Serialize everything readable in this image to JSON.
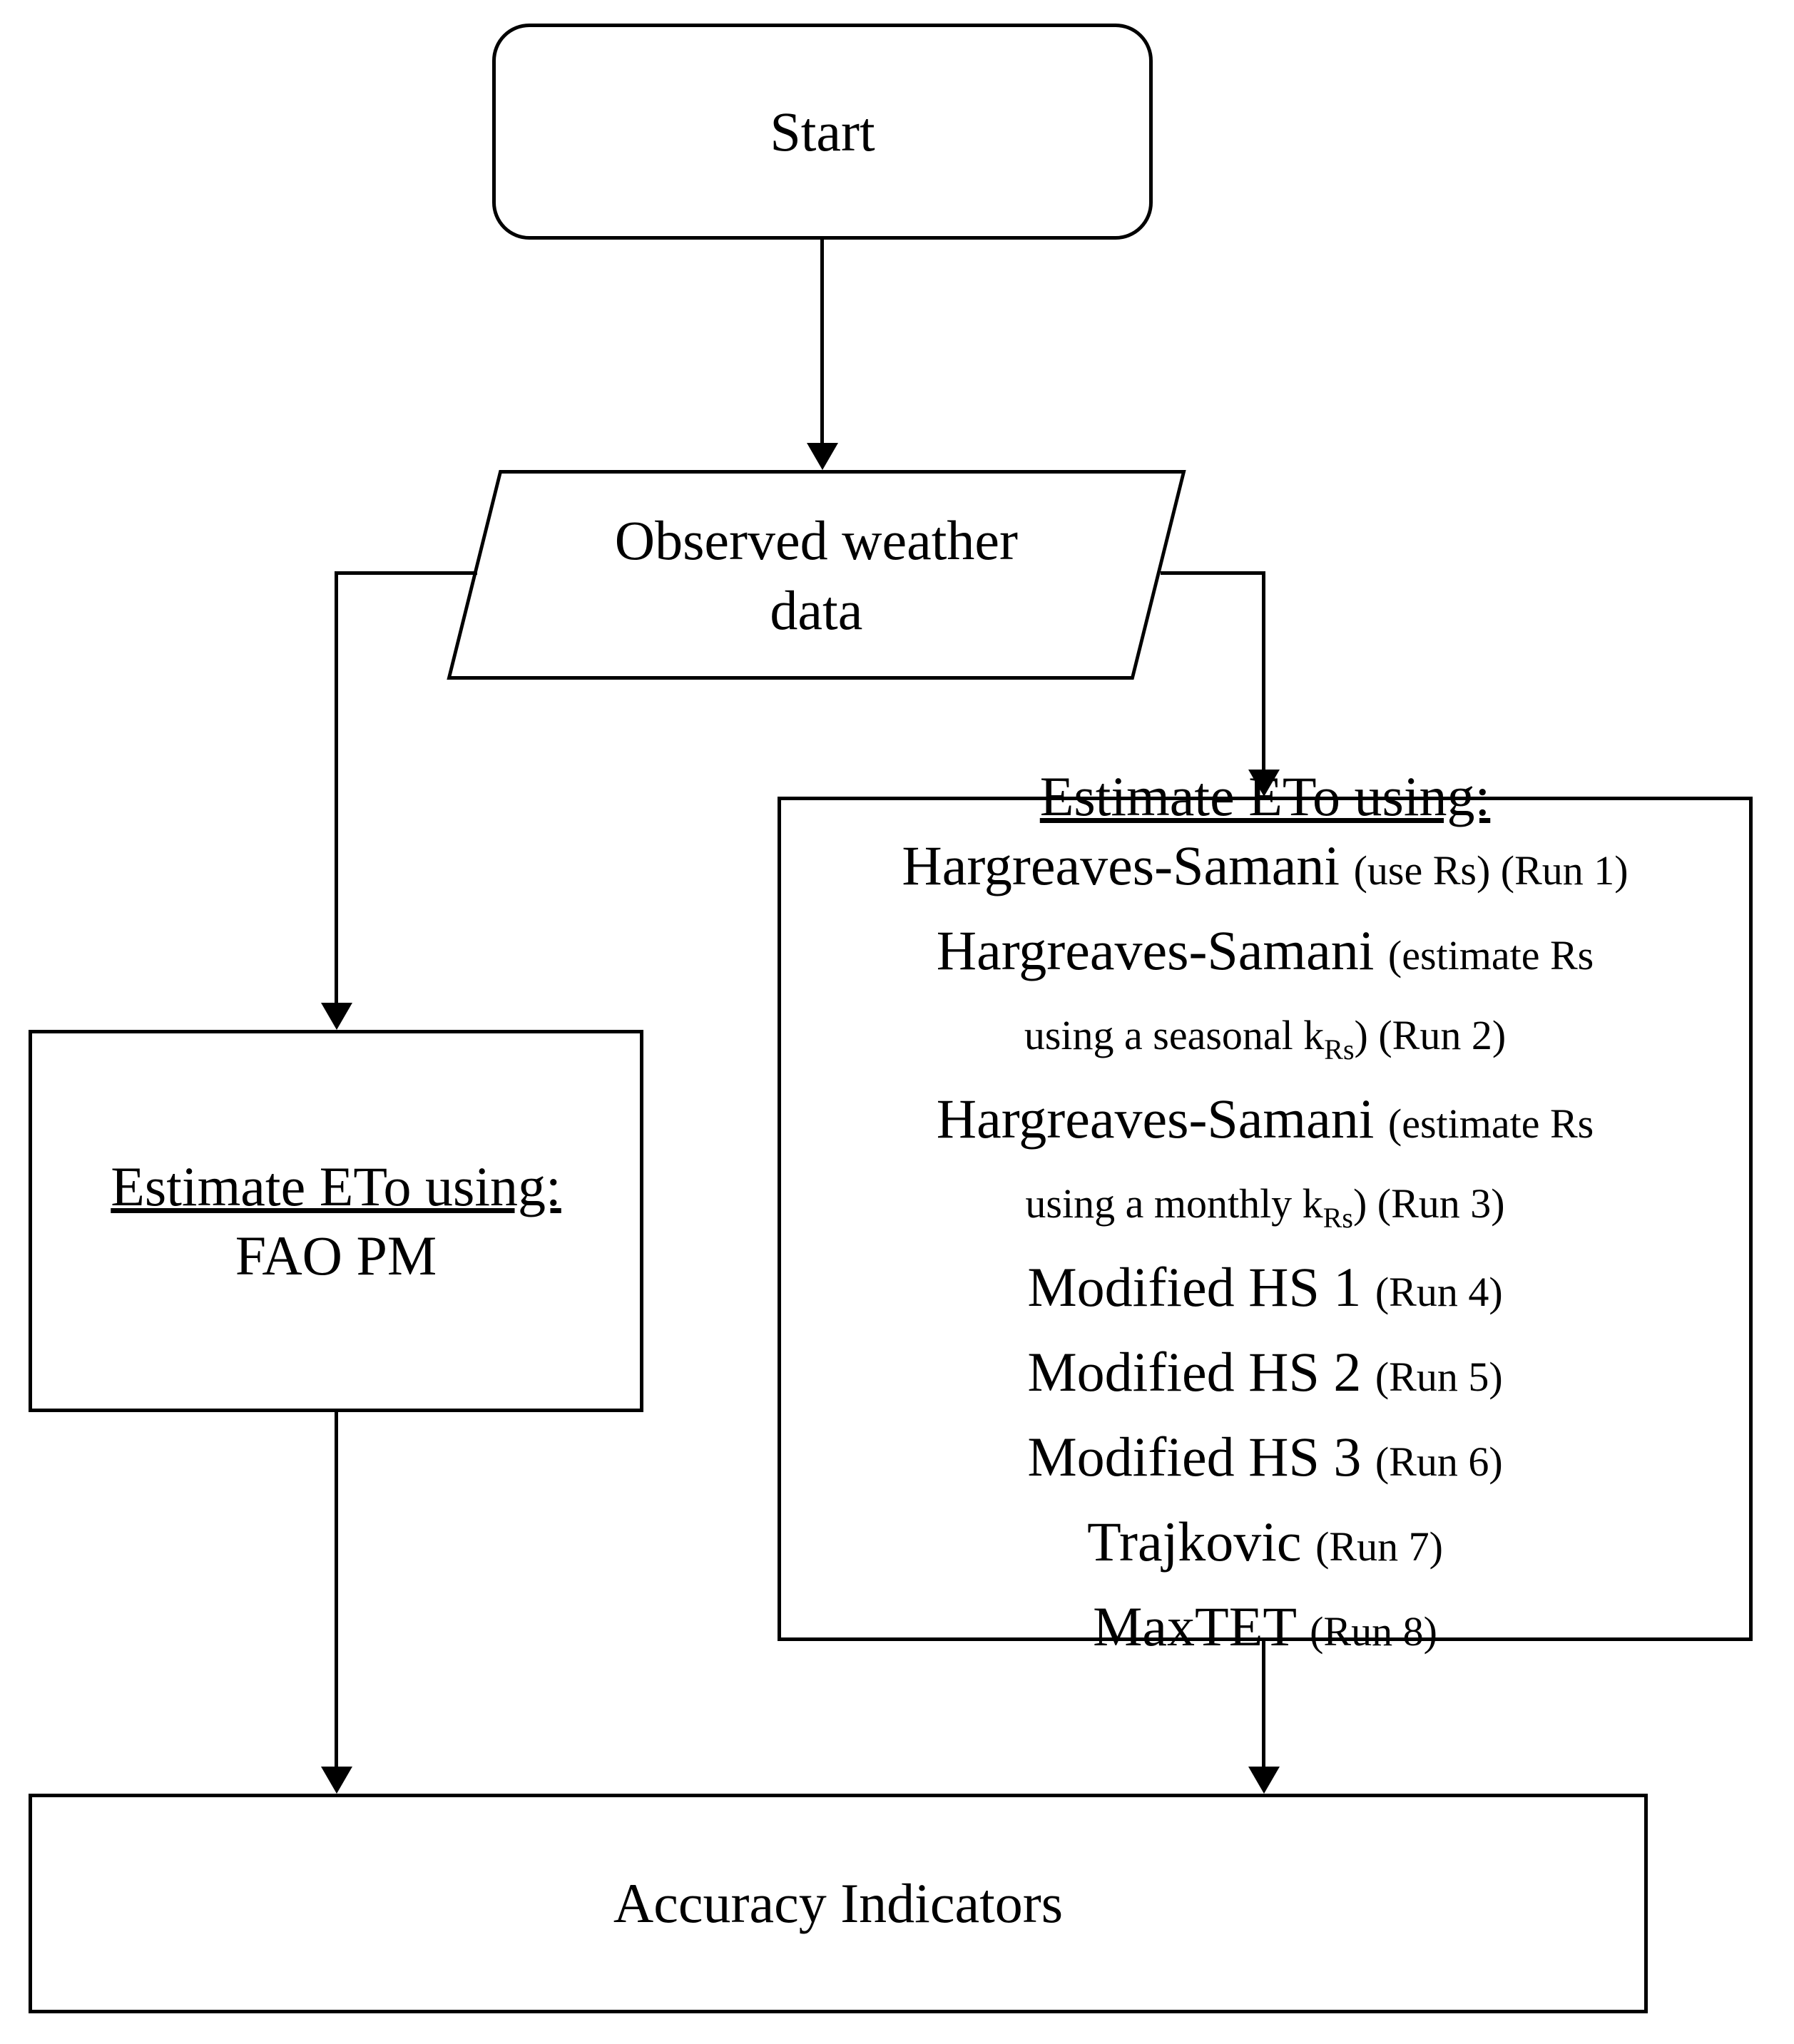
{
  "nodes": {
    "start": {
      "label": "Start"
    },
    "observed": {
      "label": "Observed weather\ndata"
    },
    "fao": {
      "heading": "Estimate ETo using:",
      "label": "FAO PM"
    },
    "methods": {
      "heading": "Estimate ETo using:",
      "lines": [
        [
          {
            "t": "Hargreaves-Samani ",
            "s": "lg"
          },
          {
            "t": "(use Rs) (Run 1)",
            "s": "sm"
          }
        ],
        [
          {
            "t": "Hargreaves-Samani ",
            "s": "lg"
          },
          {
            "t": "(estimate Rs",
            "s": "sm"
          }
        ],
        [
          {
            "t": "using a seasonal k",
            "s": "sm"
          },
          {
            "t": "Rs",
            "s": "sub"
          },
          {
            "t": ") (Run 2)",
            "s": "sm"
          }
        ],
        [
          {
            "t": "Hargreaves-Samani ",
            "s": "lg"
          },
          {
            "t": "(estimate Rs",
            "s": "sm"
          }
        ],
        [
          {
            "t": "using a monthly k",
            "s": "sm"
          },
          {
            "t": "Rs",
            "s": "sub"
          },
          {
            "t": ") (Run 3)",
            "s": "sm"
          }
        ],
        [
          {
            "t": "Modified HS 1 ",
            "s": "lg"
          },
          {
            "t": "(Run 4)",
            "s": "sm"
          }
        ],
        [
          {
            "t": "Modified HS 2 ",
            "s": "lg"
          },
          {
            "t": "(Run 5)",
            "s": "sm"
          }
        ],
        [
          {
            "t": "Modified HS 3 ",
            "s": "lg"
          },
          {
            "t": "(Run 6)",
            "s": "sm"
          }
        ],
        [
          {
            "t": "Trajkovic ",
            "s": "lg"
          },
          {
            "t": "(Run 7)",
            "s": "sm"
          }
        ],
        [
          {
            "t": "MaxTET ",
            "s": "lg"
          },
          {
            "t": "(Run 8)",
            "s": "sm"
          }
        ]
      ]
    },
    "accuracy": {
      "label": "Accuracy Indicators"
    }
  }
}
